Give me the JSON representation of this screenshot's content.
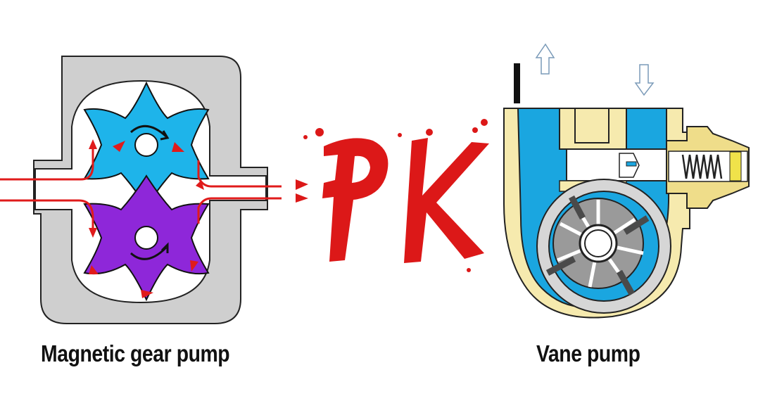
{
  "diagram": {
    "left": {
      "caption": "Magnetic gear pump",
      "colors": {
        "housing": "#cfcfcf",
        "upper_gear": "#1eb4ea",
        "lower_gear": "#8e27d9",
        "flow": "#e01b1b"
      }
    },
    "center": {
      "label": "PK",
      "color": "#dc1818"
    },
    "right": {
      "caption": "Vane pump",
      "colors": {
        "body": "#f6eaae",
        "fluid": "#1aa6e0",
        "rotor_ring": "#d6d6d6",
        "vanes": "#4a4a4a",
        "valve_fitting": "#efdd8a"
      },
      "arrows": [
        "up-outlet-arrow",
        "down-inlet-arrow"
      ]
    }
  }
}
